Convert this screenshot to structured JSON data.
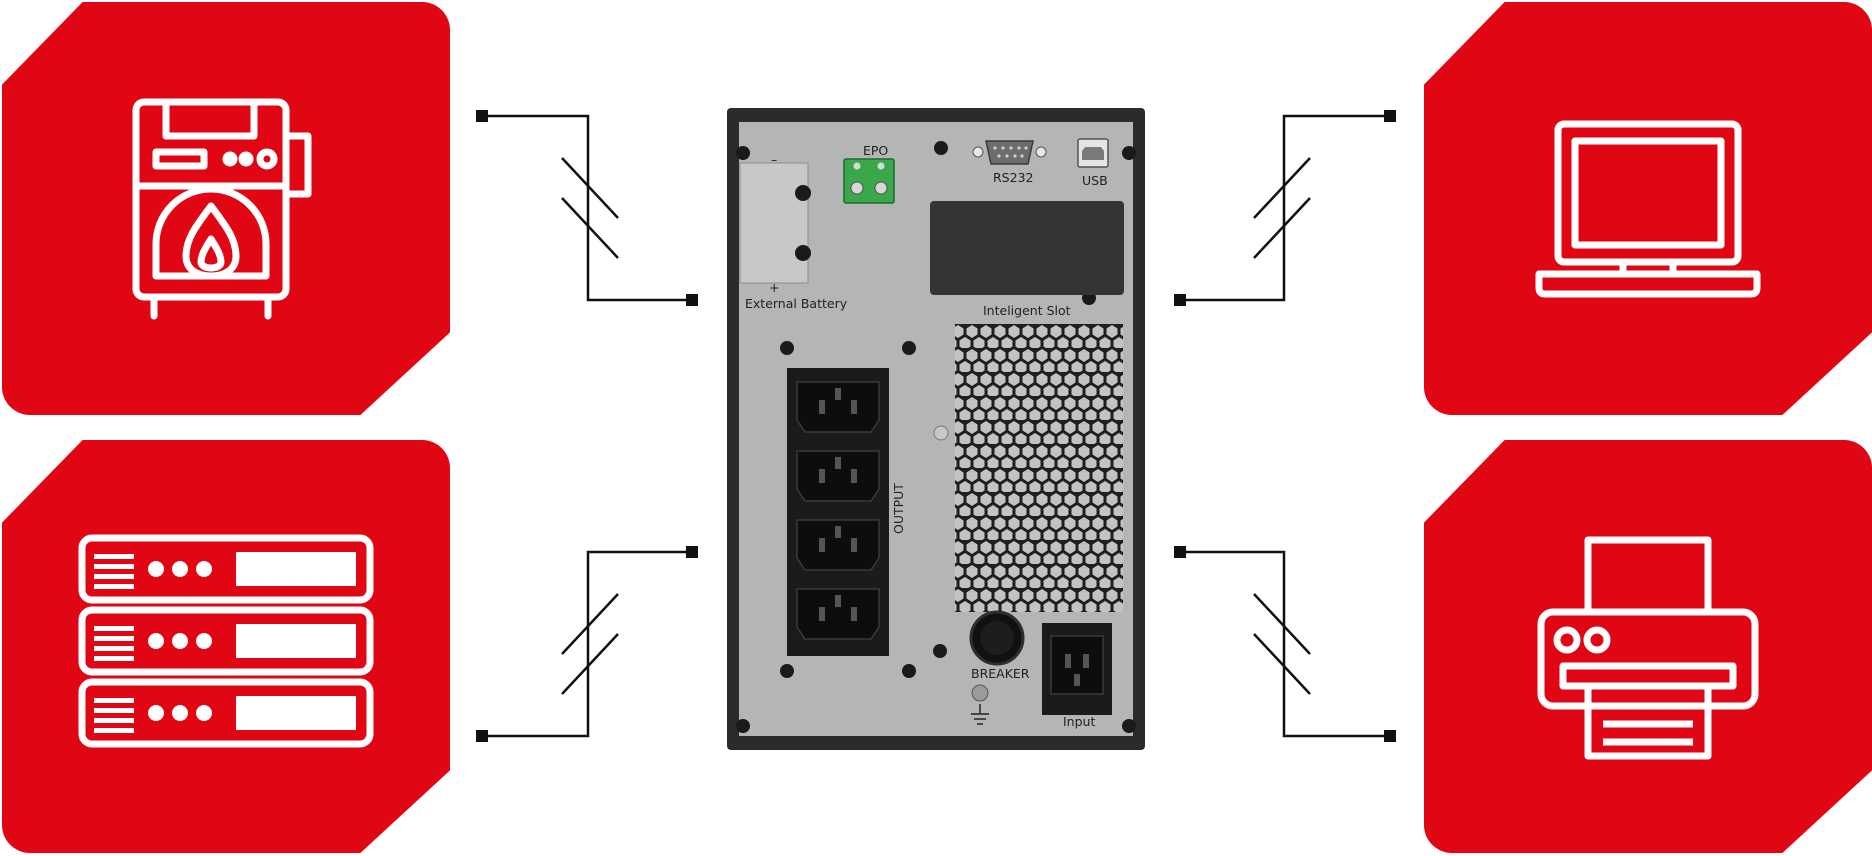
{
  "colors": {
    "accent": "#e10613",
    "icon_stroke": "#ffffff",
    "wire": "#111111",
    "ups_case": "#2b2b2b",
    "ups_panel": "#b4b5b7"
  },
  "devices": [
    {
      "id": "boiler",
      "icon": "boiler-icon"
    },
    {
      "id": "server",
      "icon": "server-rack-icon"
    },
    {
      "id": "laptop",
      "icon": "laptop-icon"
    },
    {
      "id": "printer",
      "icon": "printer-icon"
    }
  ],
  "ups": {
    "battery_minus": "–",
    "battery_plus": "+",
    "external_battery": "External Battery",
    "epo": "EPO",
    "rs232": "RS232",
    "usb": "USB",
    "intelligent_slot": "Inteligent Slot",
    "output": "OUTPUT",
    "breaker": "BREAKER",
    "input": "Input"
  }
}
